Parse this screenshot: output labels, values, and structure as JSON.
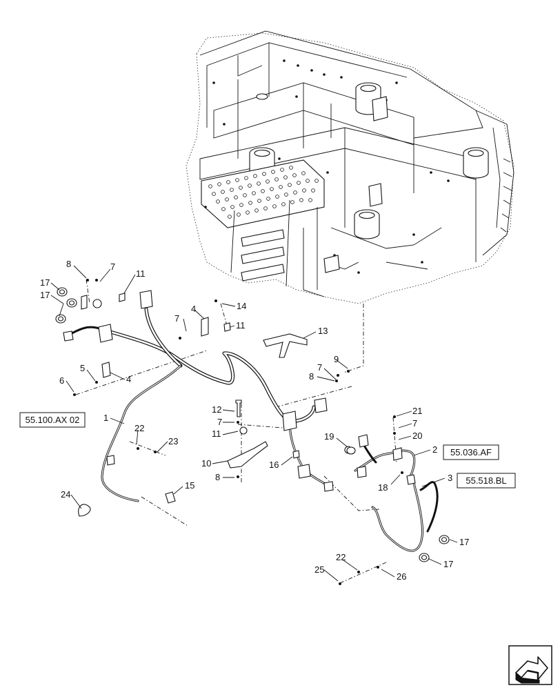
{
  "callouts": {
    "c1": "1",
    "c2": "2",
    "c3": "3",
    "c4a": "4",
    "c4b": "4",
    "c5": "5",
    "c6": "6",
    "c7a": "7",
    "c7b": "7",
    "c7c": "7",
    "c7d": "7",
    "c7e": "7",
    "c8a": "8",
    "c8b": "8",
    "c8c": "8",
    "c9": "9",
    "c10": "10",
    "c11a": "11",
    "c11b": "11",
    "c11c": "11",
    "c12": "12",
    "c13": "13",
    "c14": "14",
    "c15": "15",
    "c16": "16",
    "c17a": "17",
    "c17b": "17",
    "c17c": "17",
    "c17d": "17",
    "c18": "18",
    "c19": "19",
    "c20": "20",
    "c21": "21",
    "c22a": "22",
    "c22b": "22",
    "c23": "23",
    "c24": "24",
    "c25": "25",
    "c26": "26"
  },
  "references": {
    "ref_main": "55.100.AX 02",
    "ref_2": "55.036.AF",
    "ref_3": "55.518.BL"
  },
  "icons": {
    "nav_arrow": "next-page-arrow-icon"
  }
}
